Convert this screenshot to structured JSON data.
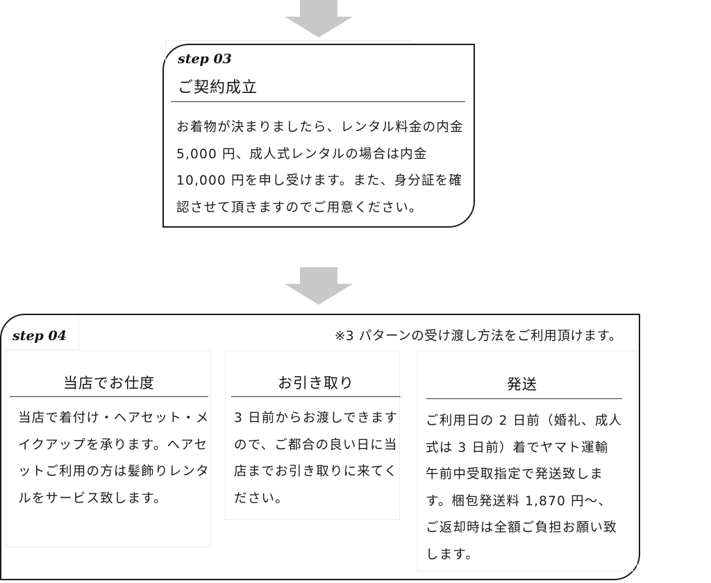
{
  "step03": {
    "label": "step 03",
    "title": "ご契約成立",
    "body": "お着物が決まりましたら、レンタル料金の内金 5,000 円、成人式レンタルの場合は内金10,000 円を申し受けます。また、身分証を確認させて頂きますのでご用意ください。"
  },
  "step04": {
    "label": "step 04",
    "note": "※3 パターンの受け渡し方法をご利用頂けます。",
    "columns": [
      {
        "title": "当店でお仕度",
        "body": "当店で着付け・ヘアセット・メイクアップを承ります。ヘアセットご利用の方は髪飾りレンタルをサービス致します。"
      },
      {
        "title": "お引き取り",
        "body": "3 日前からお渡しできますので、ご都合の良い日に当店までお引き取りに来てください。"
      },
      {
        "title": "発送",
        "body": "ご利用日の 2 日前（婚礼、成人式は 3 日前）着でヤマト運輸　午前中受取指定で発送致します。梱包発送料 1,870 円～、ご返却時は全額ご負担お願い致します。"
      }
    ]
  },
  "colors": {
    "arrow": "#c8c8c8",
    "border": "#1a1a1a"
  }
}
